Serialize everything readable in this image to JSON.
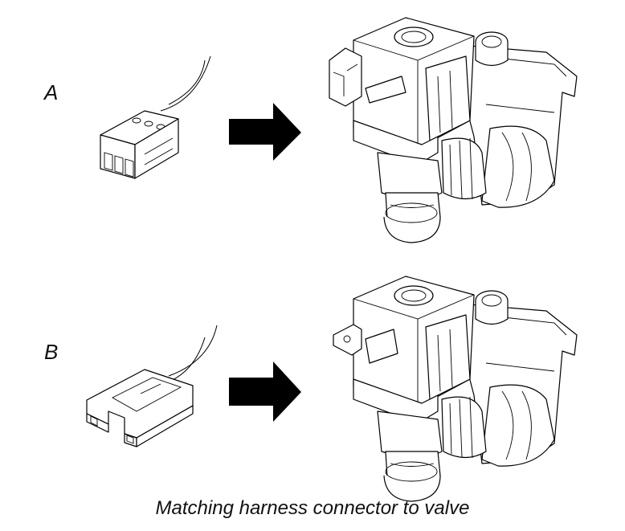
{
  "diagram": {
    "rows": [
      {
        "label": "A",
        "connector": "3-pin harness connector",
        "target": "water valve"
      },
      {
        "label": "B",
        "connector": "2-terminal harness connector",
        "target": "water valve"
      }
    ],
    "caption": "Matching harness connector to valve"
  }
}
